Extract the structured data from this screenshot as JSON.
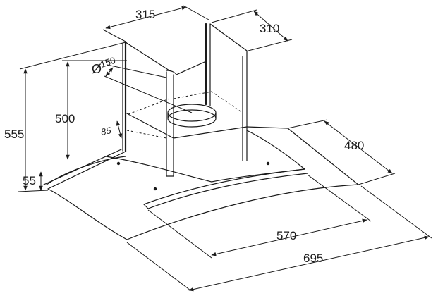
{
  "dimensions": {
    "chimney_width": "315",
    "chimney_depth": "310",
    "duct_diameter": "150",
    "diameter_symbol": "Ø",
    "chimney_height": "500",
    "overall_height": "555",
    "duct_offset": "85",
    "canopy_height": "55",
    "canopy_depth": "480",
    "inner_width": "570",
    "overall_width": "695"
  }
}
